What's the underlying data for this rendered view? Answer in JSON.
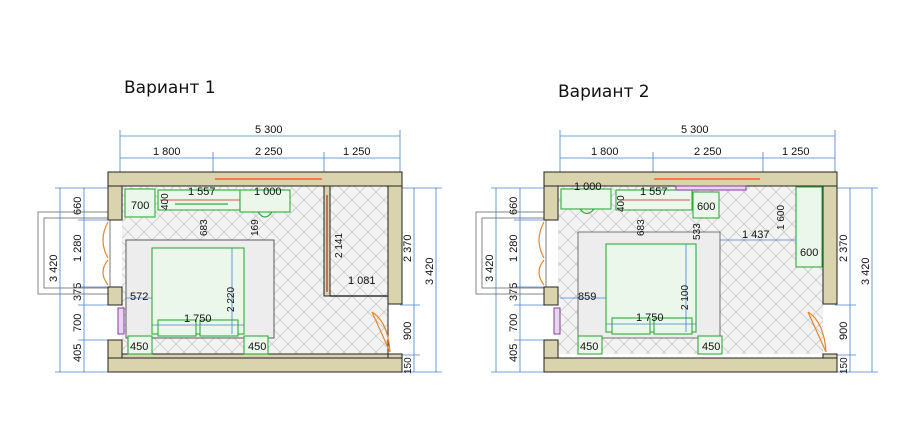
{
  "variants": [
    {
      "title": "Вариант 1",
      "top_total": "5 300",
      "top_segments": [
        "1 800",
        "2 250",
        "1 250"
      ],
      "left_total": "3 420",
      "left_segments": [
        "660",
        "1 280",
        "375",
        "700",
        "405"
      ],
      "right_total": "3 420",
      "right_upper": "2 370",
      "right_lower": "900",
      "right_bottom": "150",
      "labels": {
        "cabinet_a": "700",
        "cabinet_a_depth": "400",
        "tv_width": "1 557",
        "desk_width": "1 000",
        "rug_gap": "683",
        "bed_side": "169",
        "closet_height": "2 141",
        "closet_width": "1 081",
        "bed_left_gap": "572",
        "bed_length": "2 220",
        "bed_width": "1 750",
        "nightstand_left": "450",
        "nightstand_right": "450"
      }
    },
    {
      "title": "Вариант 2",
      "top_total": "5 300",
      "top_segments": [
        "1 800",
        "2 250",
        "1 250"
      ],
      "left_total": "3 420",
      "left_segments": [
        "660",
        "1 280",
        "375",
        "700",
        "405"
      ],
      "right_total": "3 420",
      "right_upper": "2 370",
      "right_lower": "900",
      "right_bottom": "150",
      "labels": {
        "desk_width": "1 000",
        "tv_depth": "400",
        "tv_width": "1 557",
        "cabinet": "600",
        "rug_gap": "683",
        "bed_side": "533",
        "closet_offset": "1 437",
        "closet_height": "1 600",
        "closet_width": "600",
        "bed_left_gap": "859",
        "bed_length": "2 100",
        "bed_width": "1 750",
        "nightstand_left": "450",
        "nightstand_right": "450"
      }
    }
  ]
}
